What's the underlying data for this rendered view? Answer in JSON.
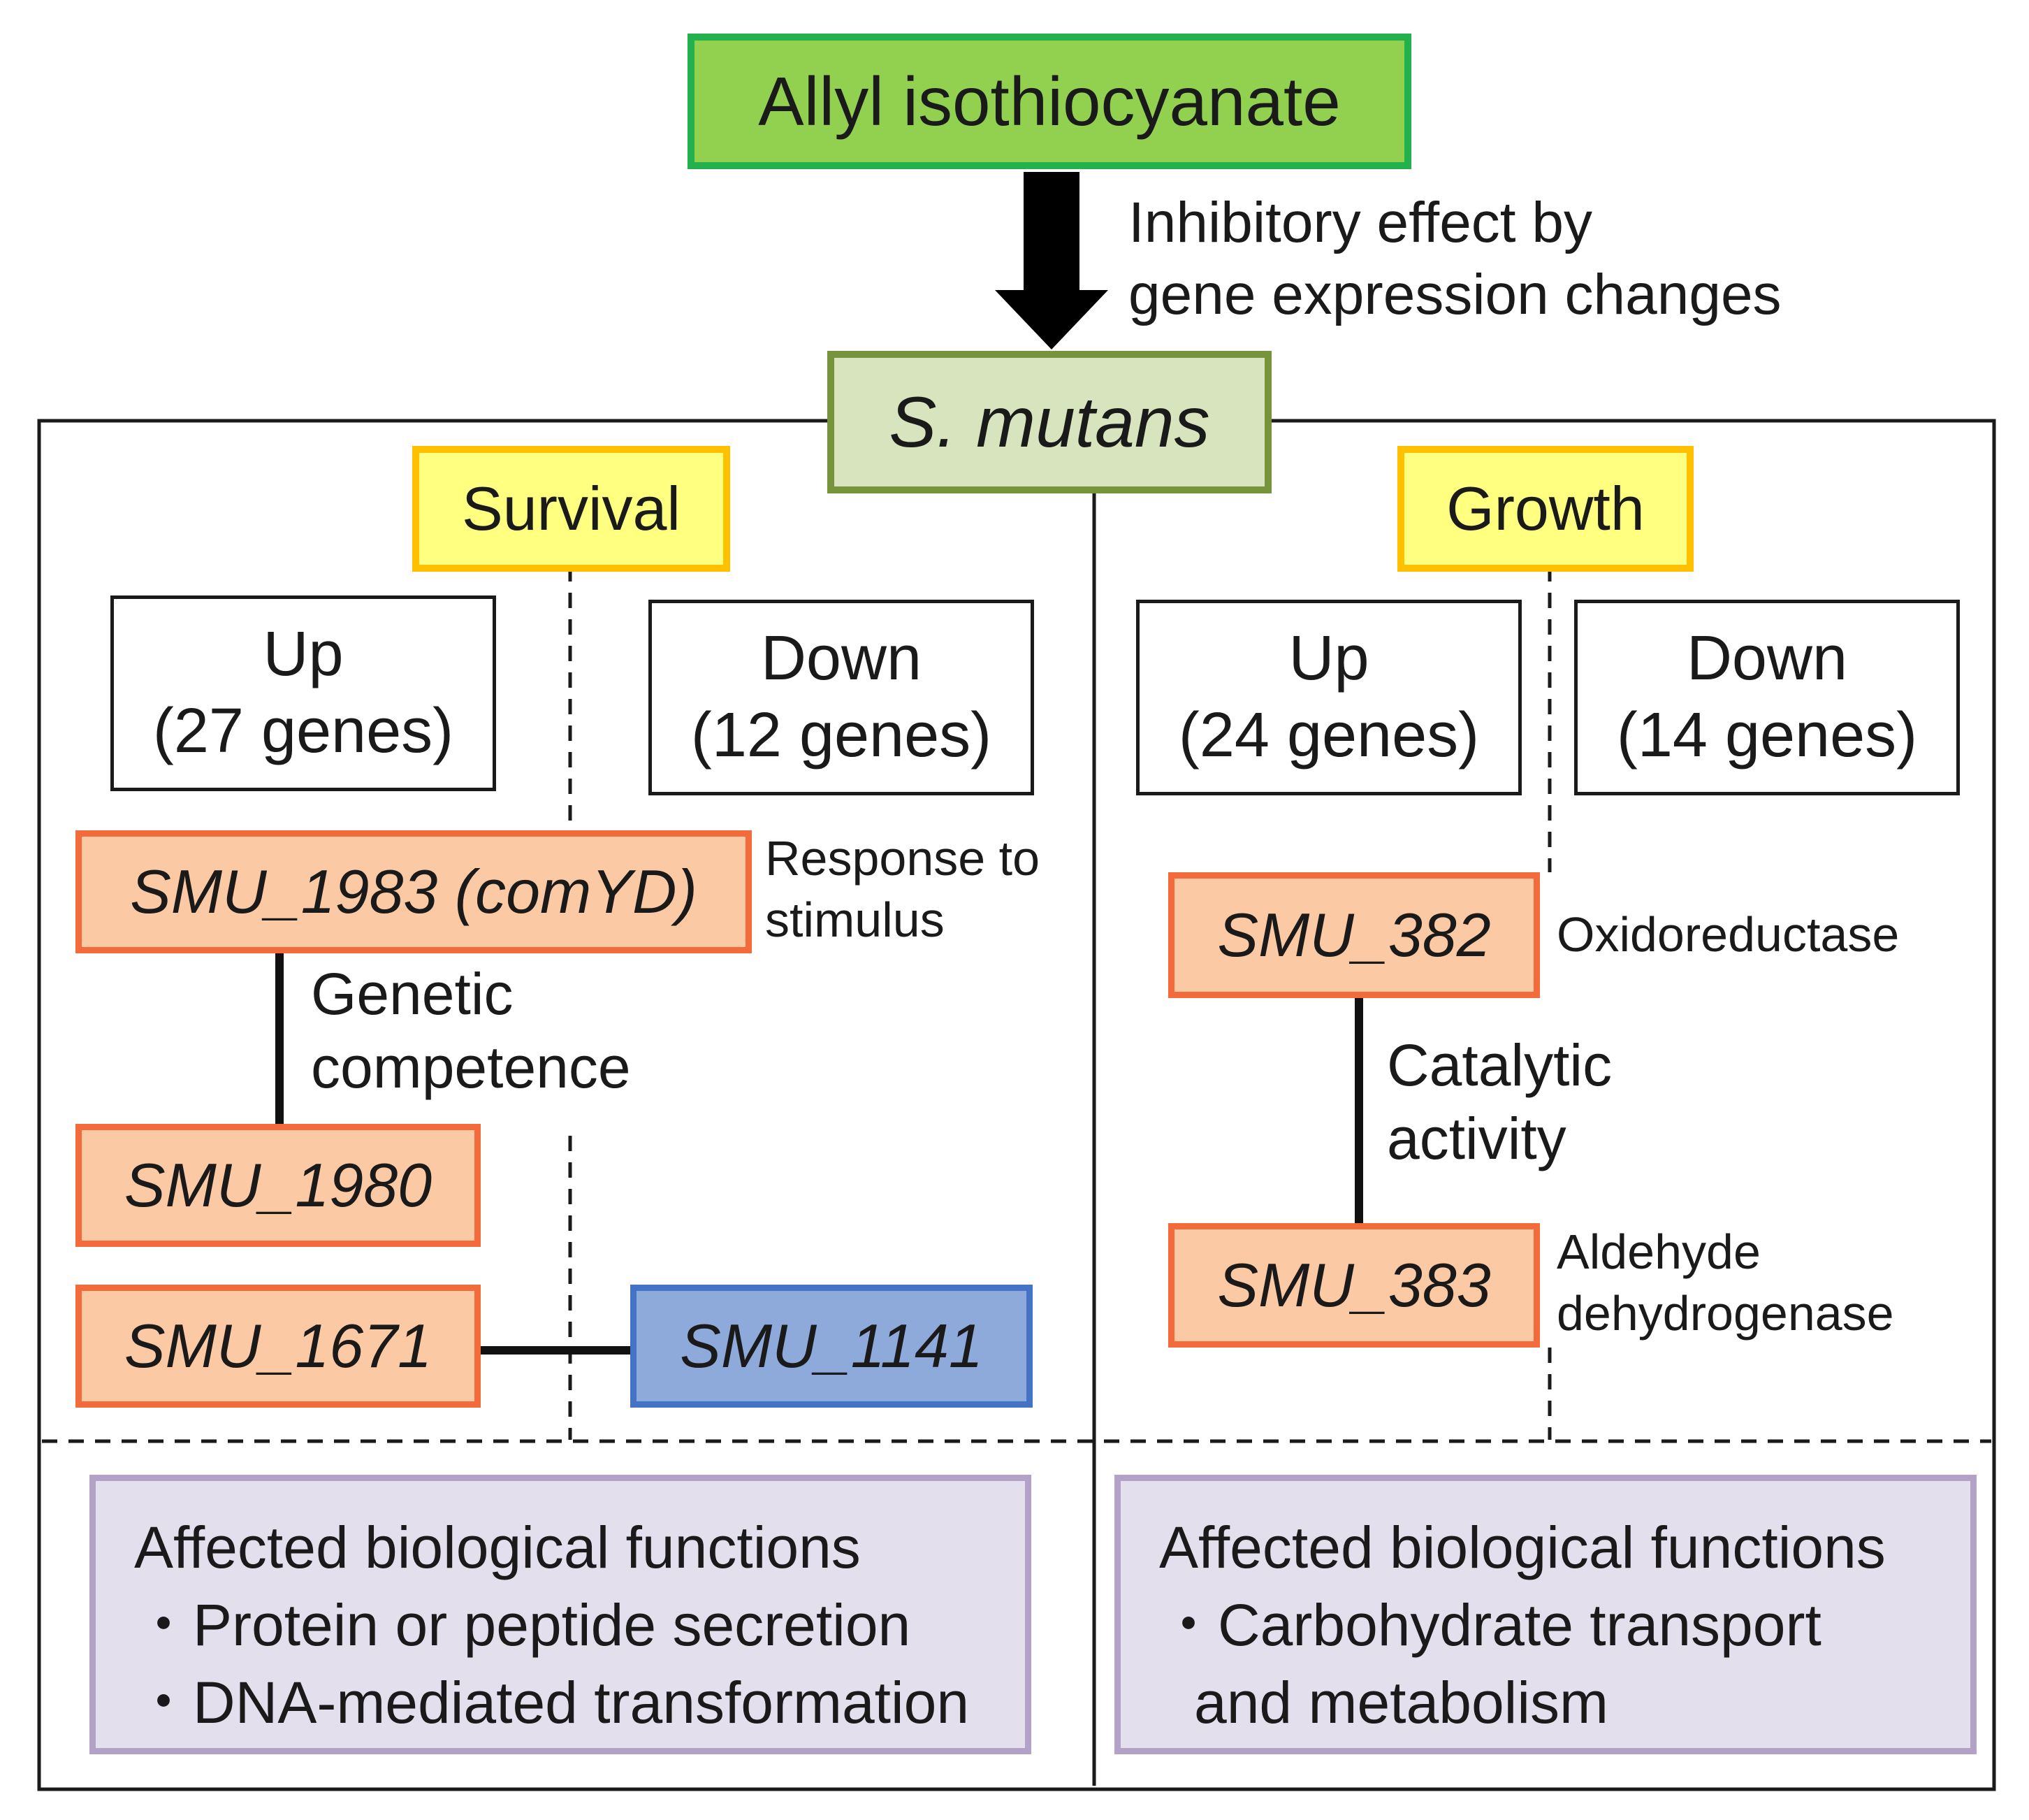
{
  "compound": "Allyl isothiocyanate",
  "effect_label": [
    "Inhibitory effect by",
    "gene expression changes"
  ],
  "organism": "S. mutans",
  "survival": {
    "title": "Survival",
    "up": [
      "Up",
      "(27 genes)"
    ],
    "down": [
      "Down",
      "(12 genes)"
    ],
    "gene_1983": "SMU_1983",
    "gene_1983_alias": "comYD",
    "gene_1983_note": [
      "Response to",
      "stimulus"
    ],
    "link_label": [
      "Genetic",
      "competence"
    ],
    "gene_1980": "SMU_1980",
    "gene_1671": "SMU_1671",
    "gene_1141": "SMU_1141",
    "functions_title": "Affected biological functions",
    "functions": [
      "・Protein or peptide secretion",
      "・DNA-mediated transformation"
    ]
  },
  "growth": {
    "title": "Growth",
    "up": [
      "Up",
      "(24 genes)"
    ],
    "down": [
      "Down",
      "(14 genes)"
    ],
    "gene_382": "SMU_382",
    "gene_382_note": "Oxidoreductase",
    "link_label": [
      "Catalytic",
      "activity"
    ],
    "gene_383": "SMU_383",
    "gene_383_note": [
      "Aldehyde",
      "dehydrogenase"
    ],
    "functions_title": "Affected biological functions",
    "functions": [
      "・Carbohydrate transport",
      "and metabolism"
    ]
  },
  "colors": {
    "compound_fill": "#92d050",
    "compound_border": "#22b14c",
    "organism_fill": "#d7e4bd",
    "organism_border": "#77933c",
    "category_fill": "#ffff80",
    "category_border": "#ffc000",
    "up_gene_fill": "#fbc9a3",
    "up_gene_border": "#f46b3b",
    "down_gene_fill": "#8eaadb",
    "down_gene_border": "#4472c4",
    "function_fill": "#e4dfec",
    "function_border": "#b3a2c7"
  }
}
